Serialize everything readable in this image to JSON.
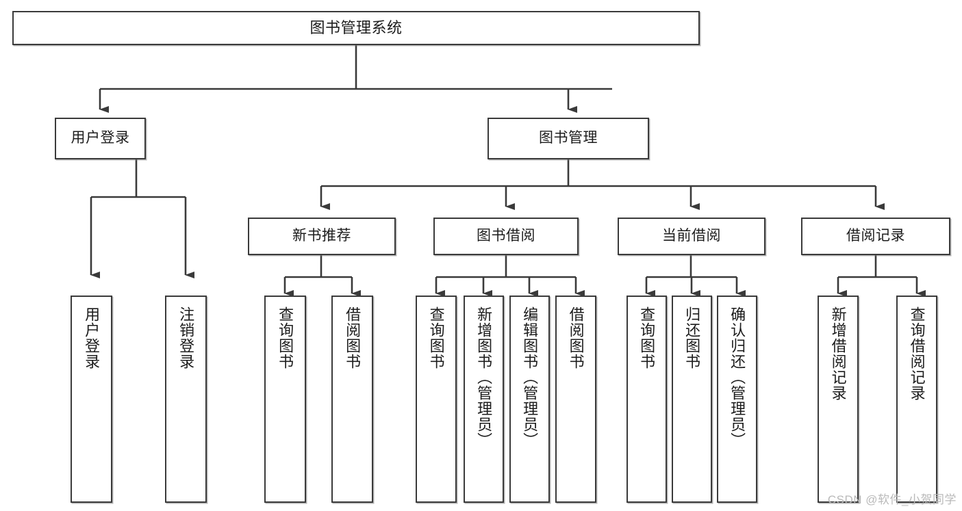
{
  "diagram": {
    "title": "图书管理系统",
    "type": "functional-structure-tree",
    "stroke_color": "#3a3a3a",
    "text_color": "#1c1c1c",
    "background": "#ffffff",
    "root": {
      "id": "root",
      "label": "图书管理系统"
    },
    "level2": [
      {
        "id": "login",
        "label": "用户登录"
      },
      {
        "id": "bookmgmt",
        "label": "图书管理"
      }
    ],
    "level3": [
      {
        "id": "newbook",
        "label": "新书推荐",
        "parent": "bookmgmt"
      },
      {
        "id": "borrow",
        "label": "图书借阅",
        "parent": "bookmgmt"
      },
      {
        "id": "current",
        "label": "当前借阅",
        "parent": "bookmgmt"
      },
      {
        "id": "record",
        "label": "借阅记录",
        "parent": "bookmgmt"
      }
    ],
    "leaves": [
      {
        "id": "leaf-1",
        "label": "用户登录",
        "parent": "login"
      },
      {
        "id": "leaf-2",
        "label": "注销登录",
        "parent": "login"
      },
      {
        "id": "leaf-3",
        "label": "查询图书",
        "parent": "newbook"
      },
      {
        "id": "leaf-4",
        "label": "借阅图书",
        "parent": "newbook"
      },
      {
        "id": "leaf-5",
        "label": "查询图书",
        "parent": "borrow"
      },
      {
        "id": "leaf-6",
        "label": "新增图书（管理员）",
        "parent": "borrow"
      },
      {
        "id": "leaf-7",
        "label": "编辑图书（管理员）",
        "parent": "borrow"
      },
      {
        "id": "leaf-8",
        "label": "借阅图书",
        "parent": "borrow"
      },
      {
        "id": "leaf-9",
        "label": "查询图书",
        "parent": "current"
      },
      {
        "id": "leaf-10",
        "label": "归还图书",
        "parent": "current"
      },
      {
        "id": "leaf-11",
        "label": "确认归还（管理员）",
        "parent": "current"
      },
      {
        "id": "leaf-12",
        "label": "新增借阅记录",
        "parent": "record"
      },
      {
        "id": "leaf-13",
        "label": "查询借阅记录",
        "parent": "record"
      }
    ]
  },
  "watermark": {
    "text": "CSDN @软件_小贺同学"
  }
}
